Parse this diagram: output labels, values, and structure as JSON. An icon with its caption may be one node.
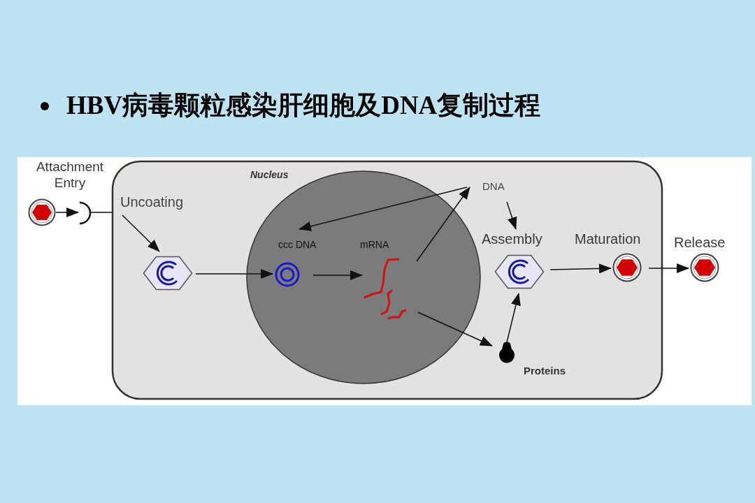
{
  "diagram": {
    "title": "HBV病毒颗粒感染肝细胞及DNA复制过程",
    "nodes": [
      {
        "text": [],
        "shape": "box"
      },
      {
        "text": [
          "Nucleus"
        ],
        "in": 0
      },
      {
        "text": [],
        "shape": "picture",
        "beside": [
          "Attachment Entry"
        ]
      },
      {
        "text": [],
        "shape": "picture"
      },
      {
        "text": [
          "Uncoating"
        ],
        "in": 0
      },
      {
        "text": [],
        "shape": "picture",
        "in": 0
      },
      {
        "text": [],
        "shape": "picture",
        "in": 1,
        "beside": [
          "ccc DNA"
        ]
      },
      {
        "text": [],
        "shape": "picture",
        "in": 1,
        "beside": [
          "mRNA"
        ]
      },
      {
        "text": [
          "DNA"
        ],
        "in": 0
      },
      {
        "text": [],
        "shape": "picture",
        "in": 0,
        "beside": [
          "Assembly"
        ]
      },
      {
        "text": [],
        "shape": "picture",
        "in": 0,
        "beside": [
          "Proteins"
        ]
      },
      {
        "text": [],
        "shape": "picture",
        "in": 0,
        "beside": [
          "Maturation"
        ]
      },
      {
        "text": [],
        "shape": "picture",
        "beside": [
          "Release"
        ]
      }
    ],
    "edges": [
      {
        "from": 2,
        "to": 3,
        "arrow": "to"
      },
      {
        "from": 3,
        "to": 0,
        "arrow": "none"
      },
      {
        "from": 4,
        "to": 5,
        "arrow": "to"
      },
      {
        "from": 5,
        "to": 6,
        "arrow": "to"
      },
      {
        "from": 6,
        "to": 7,
        "arrow": "to"
      },
      {
        "from": 7,
        "to": 8,
        "arrow": "to"
      },
      {
        "from": 8,
        "to": 6,
        "arrow": "to"
      },
      {
        "from": 8,
        "to": 9,
        "arrow": "to"
      },
      {
        "from": 7,
        "to": 10,
        "arrow": "to"
      },
      {
        "from": 10,
        "to": 9,
        "arrow": "to"
      },
      {
        "from": 9,
        "to": 11,
        "arrow": "to"
      },
      {
        "from": 11,
        "to": 12,
        "arrow": "to"
      }
    ]
  }
}
